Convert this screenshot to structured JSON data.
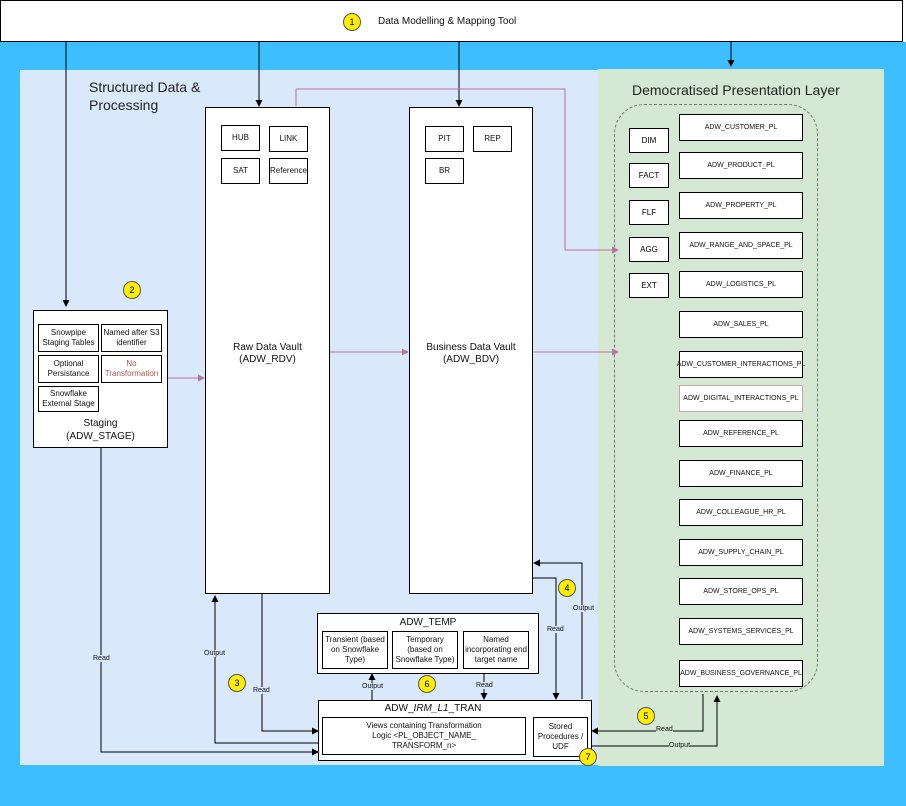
{
  "header": {
    "title": "Data Modelling & Mapping Tool"
  },
  "badges": [
    "1",
    "2",
    "3",
    "4",
    "5",
    "6",
    "7"
  ],
  "structured": {
    "title": "Structured Data & Processing",
    "line1": "Structured Data &",
    "line2": "Processing"
  },
  "presentation": {
    "title": "Democratised Presentation Layer"
  },
  "staging": {
    "name": "Staging",
    "code": "(ADW_STAGE)",
    "items": [
      "Snowpipe Staging Tables",
      "Named after S3 identifier",
      "Optional Persistance",
      "No Transformation",
      "Snowflake External Stage"
    ]
  },
  "rdv": {
    "name": "Raw Data Vault",
    "code": "(ADW_RDV)",
    "items": [
      "HUB",
      "LINK",
      "SAT",
      "Reference"
    ]
  },
  "bdv": {
    "name": "Business Data Vault",
    "code": "(ADW_BDV)",
    "items": [
      "PIT",
      "REP",
      "BR"
    ]
  },
  "temp": {
    "title": "ADW_TEMP",
    "items": [
      "Transient (based on Snowflake Type)",
      "Temporary (based on Snowflake Type)",
      "Named incorporating end target name"
    ]
  },
  "tran": {
    "title_pre": "ADW_",
    "title_em": "IRM_L1",
    "title_post": "_TRAN",
    "views": "Views containing Transformation Logic <PL_OBJECT_NAME_ TRANSFORM_n>",
    "stored": "Stored Procedures / UDF"
  },
  "types": [
    "DIM",
    "FACT",
    "FLF",
    "AGG",
    "EXT"
  ],
  "pl_items": [
    "ADW_CUSTOMER_PL",
    "ADW_PRODUCT_PL",
    "ADW_PROPERTY_PL",
    "ADW_RANGE_AND_SPACE_PL",
    "ADW_LOGISTICS_PL",
    "ADW_SALES_PL",
    "ADW_CUSTOMER_INTERACTIONS_PL",
    "ADW_DIGITAL_INTERACTIONS_PL",
    "ADW_REFERENCE_PL",
    "ADW_FINANCE_PL",
    "ADW_COLLEAGUE_HR_PL",
    "ADW_SUPPLY_CHAIN_PL",
    "ADW_STORE_OPS_PL",
    "ADW_SYSTEMS_SERVICES_PL",
    "ADW_BUSINESS_GOVERNANCE_PL"
  ],
  "edge_labels": {
    "read": "Read",
    "output": "Output"
  },
  "colors": {
    "outer_blue": "#3dbfff",
    "structured_bg": "#dae8fc",
    "presentation_bg": "#d5e8d4",
    "pink_arrow": "#b5739d",
    "badge": "#ffee00",
    "red_text": "#b85450"
  }
}
